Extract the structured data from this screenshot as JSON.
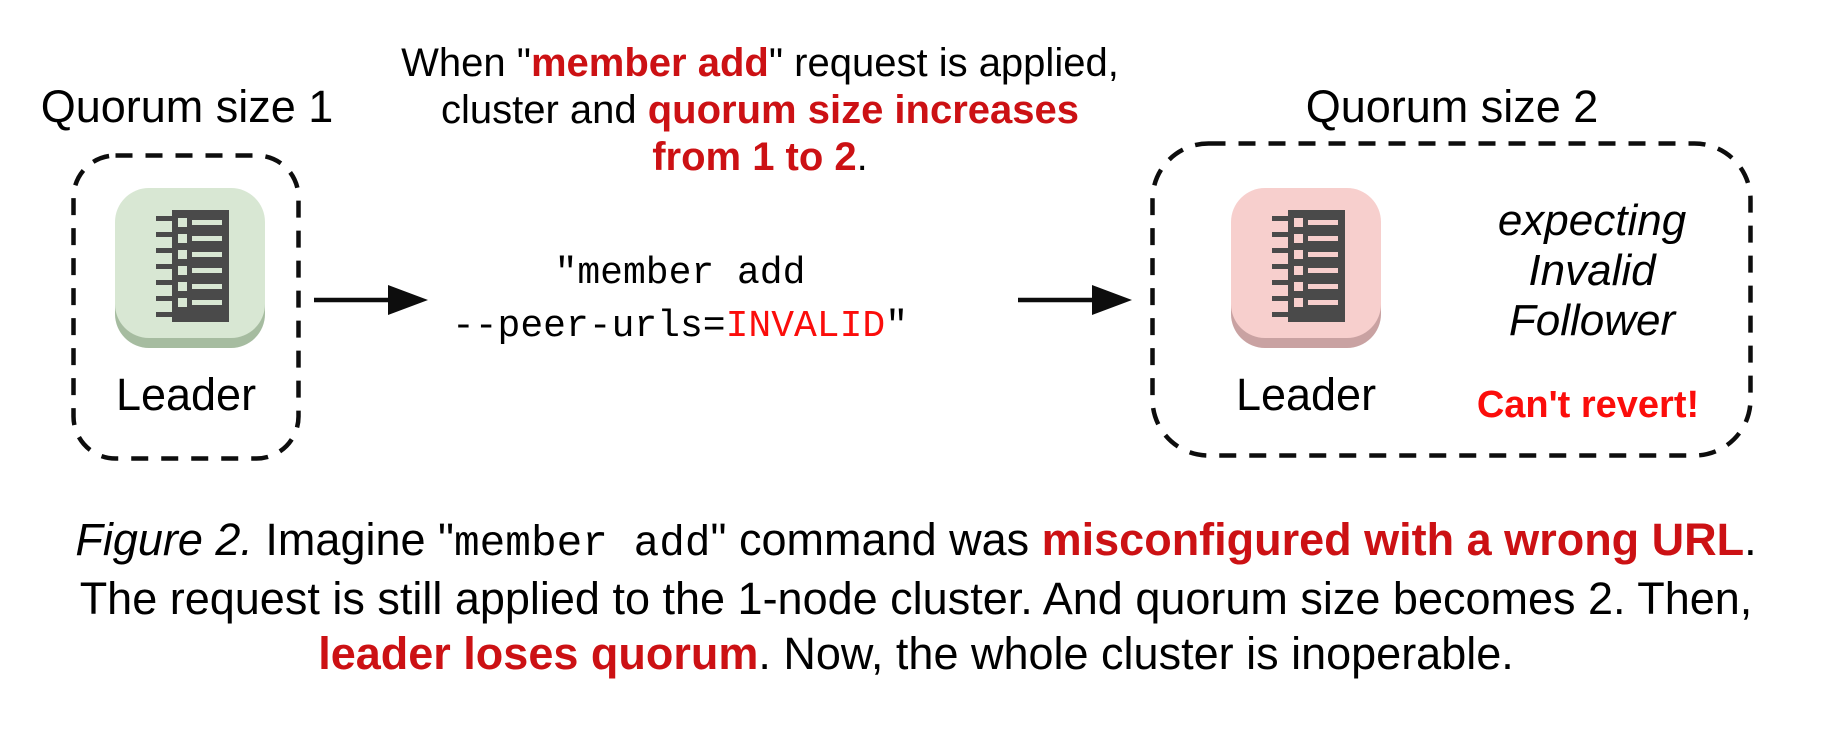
{
  "palette": {
    "crimson": "#cc1114",
    "bright_red": "#fb0d0b",
    "green_fill": "#d8e7d3",
    "green_edge": "#a6bca0",
    "pink_fill": "#f7cfcd",
    "pink_edge": "#c9a2a2",
    "server_dark": "#4a4a4a",
    "line_black": "#0d0d0d"
  },
  "left_cluster": {
    "title": "Quorum size 1",
    "node_label": "Leader",
    "icon": "server-node-icon"
  },
  "right_cluster": {
    "title": "Quorum size 2",
    "node_label": "Leader",
    "icon": "server-node-icon",
    "expecting_line1": "expecting",
    "expecting_line2": "Invalid",
    "expecting_line3": "Follower",
    "warning": "Can't revert!"
  },
  "top_note": {
    "l1_a": "When \"",
    "l1_hl": "member add",
    "l1_b": "\" request is applied,",
    "l2_a": "cluster and ",
    "l2_hl": "quorum size increases",
    "l3_hl": "from 1 to 2",
    "l3_b": "."
  },
  "command": {
    "line1": "\"member add",
    "line2_a": "--peer-urls=",
    "line2_red": "INVALID",
    "line2_b": "\""
  },
  "caption": {
    "l1_fig": "Figure 2.",
    "l1_a": " Imagine \"",
    "l1_mono": "member add",
    "l1_b": "\" command was ",
    "l1_hl": "misconfigured with a wrong URL",
    "l1_c": ".",
    "l2": "The request is still applied to the 1-node cluster. And quorum size becomes 2. Then,",
    "l3_hl": "leader loses quorum",
    "l3_a": ". Now, the whole cluster is inoperable."
  }
}
